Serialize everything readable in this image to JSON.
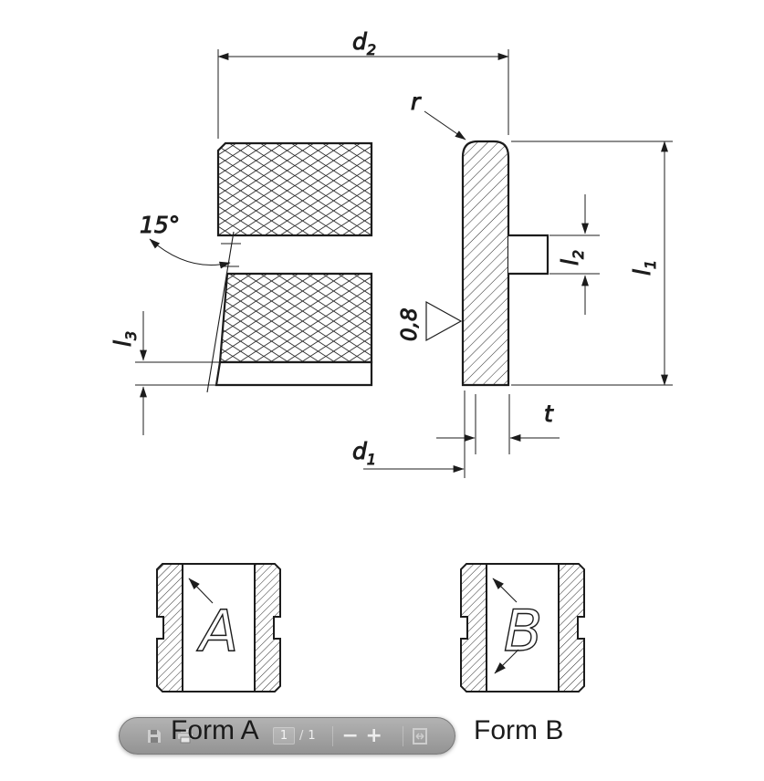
{
  "colors": {
    "line": "#1c1c1c",
    "background": "#ffffff",
    "toolbar_gray": "#9a9a9a"
  },
  "drawing": {
    "labels": {
      "d2": {
        "main": "d",
        "sub": "2"
      },
      "r": "r",
      "angle": "15°",
      "l1": {
        "main": "l",
        "sub": "1"
      },
      "l2": {
        "main": "l",
        "sub": "2"
      },
      "l3": {
        "main": "l",
        "sub": "3"
      },
      "roughness": "0,8",
      "d1": {
        "main": "d",
        "sub": "1"
      },
      "t": "t"
    },
    "form_a": {
      "letter": "A",
      "caption": "Form A"
    },
    "form_b": {
      "letter": "B",
      "caption": "Form B"
    }
  },
  "toolbar": {
    "icons": {
      "save": "save-icon",
      "print": "print-icon",
      "fit": "fit-page-icon"
    },
    "page_current": "1",
    "page_divider": "/",
    "page_total": "1",
    "zoom_out": "−",
    "zoom_in": "+"
  }
}
